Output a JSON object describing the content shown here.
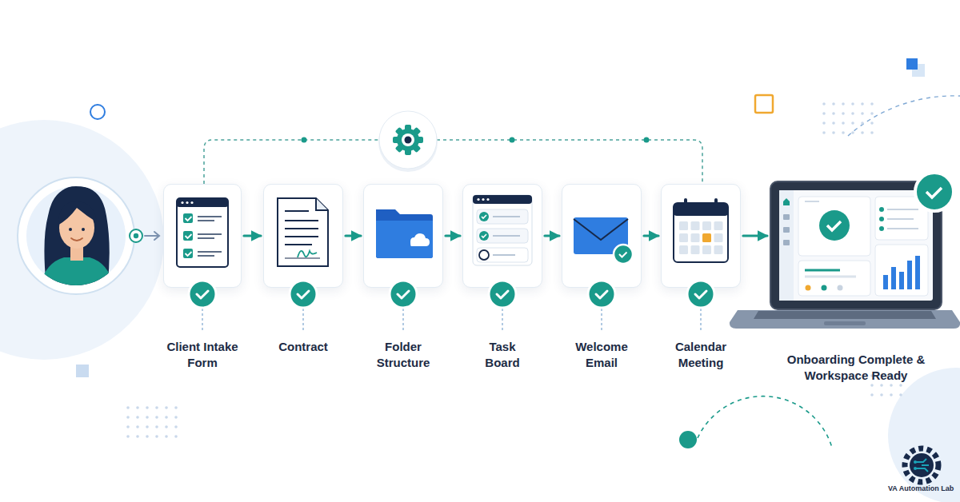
{
  "diagram": {
    "nodes": [
      {
        "text": [
          "Client Intake Form"
        ]
      },
      {
        "text": [
          "Contract"
        ]
      },
      {
        "text": [
          "Folder Structure"
        ]
      },
      {
        "text": [
          "Task Board"
        ]
      },
      {
        "text": [
          "Welcome Email"
        ]
      },
      {
        "text": [
          "Calendar Meeting"
        ]
      },
      {
        "text": [
          "Onboarding Complete & Workspace Ready"
        ]
      }
    ],
    "edges": [
      {
        "from": 0,
        "to": 1,
        "arrow": "to"
      },
      {
        "from": 1,
        "to": 2,
        "arrow": "to"
      },
      {
        "from": 2,
        "to": 3,
        "arrow": "to"
      },
      {
        "from": 3,
        "to": 4,
        "arrow": "to"
      },
      {
        "from": 4,
        "to": 5,
        "arrow": "to"
      },
      {
        "from": 5,
        "to": 6,
        "arrow": "to"
      }
    ],
    "labels": [
      "VA Automation Lab"
    ]
  }
}
